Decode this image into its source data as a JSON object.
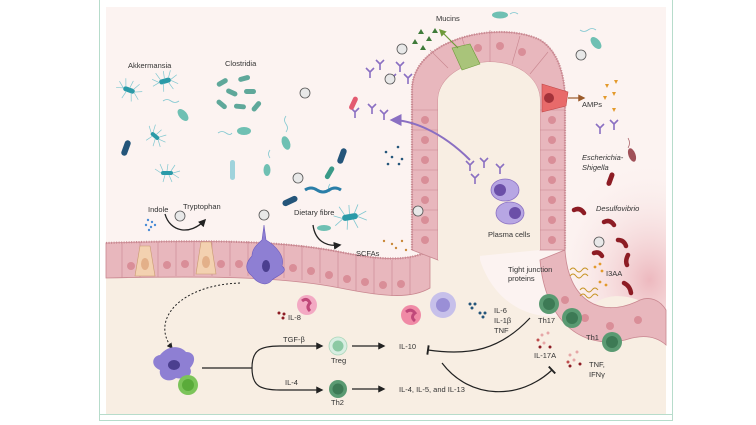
{
  "labels": {
    "akkermansia": "Akkermansia",
    "clostridia": "Clostridia",
    "mucins": "Mucins",
    "amps": "AMPs",
    "escherichia_1": "Escherichia-",
    "escherichia_2": "Shigella",
    "desulfovibrio": "Desulfovibrio",
    "indole": "Indole",
    "tryptophan": "Tryptophan",
    "dietary_fibre": "Dietary fibre",
    "scfas": "SCFAs",
    "plasma_cells": "Plasma cells",
    "tight_junction_1": "Tight junction",
    "tight_junction_2": "proteins",
    "i3aa": "I3AA",
    "il8": "IL-8",
    "il6": "IL-6",
    "il1b": "IL-1β",
    "tnf": "TNF",
    "th17": "Th17",
    "th1": "Th1",
    "il17a": "IL-17A",
    "tnf_ifn_1": "TNF,",
    "tnf_ifn_2": "IFNγ",
    "tgfb": "TGF-β",
    "il4": "IL-4",
    "treg": "Treg",
    "th2": "Th2",
    "il10": "IL-10",
    "il4513": "IL-4, IL-5, and IL-13"
  },
  "colors": {
    "lumen_bg": "#fcf3f1",
    "tissue_bg": "#f8eee3",
    "epithelium": "#e8b7bd",
    "epithelium_stroke": "#c98790",
    "nucleus": "#d98e98",
    "frame": "#b7dccb",
    "teal": "#2a9aa8",
    "mint": "#6fc0b3",
    "navy": "#24557a",
    "purple": "#8a6fc2",
    "dark_red": "#8d1c24",
    "orange": "#e39a2c",
    "green_cell": "#4d9a6e",
    "light_green_cell": "#a9d6b9",
    "lime": "#7cc45a"
  }
}
